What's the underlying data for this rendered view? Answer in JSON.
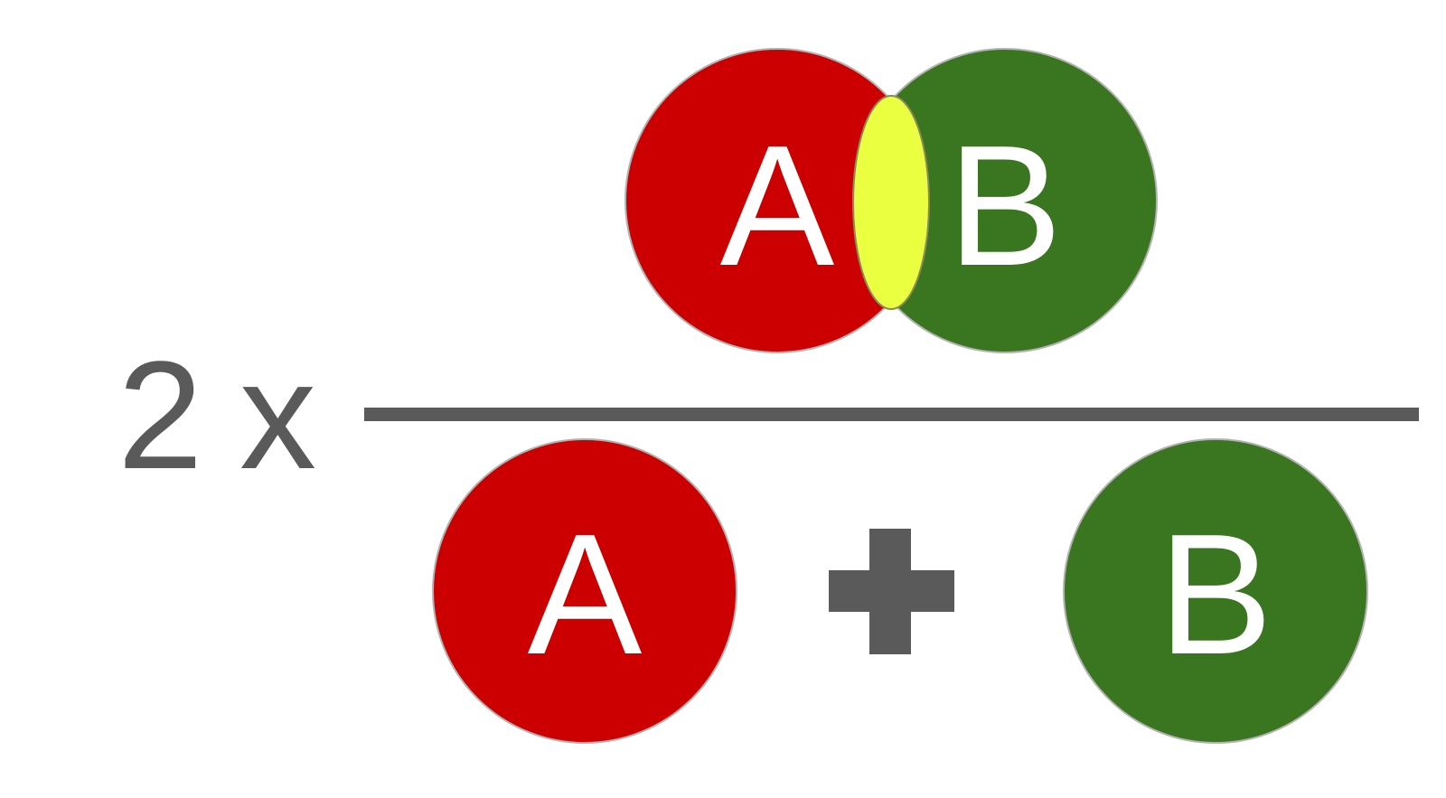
{
  "formula": {
    "coefficient": "2",
    "times_symbol": "x",
    "numerator": {
      "set_a_label": "A",
      "set_b_label": "B"
    },
    "denominator": {
      "set_a_label": "A",
      "set_b_label": "B"
    }
  },
  "colors": {
    "set_a": "#cc0000",
    "set_b": "#3a7520",
    "intersection": "#eaff3f",
    "operator": "#5a5a5a",
    "label_text": "#ffffff",
    "background": "#ffffff"
  },
  "icons": {
    "operator": "plus-icon"
  }
}
